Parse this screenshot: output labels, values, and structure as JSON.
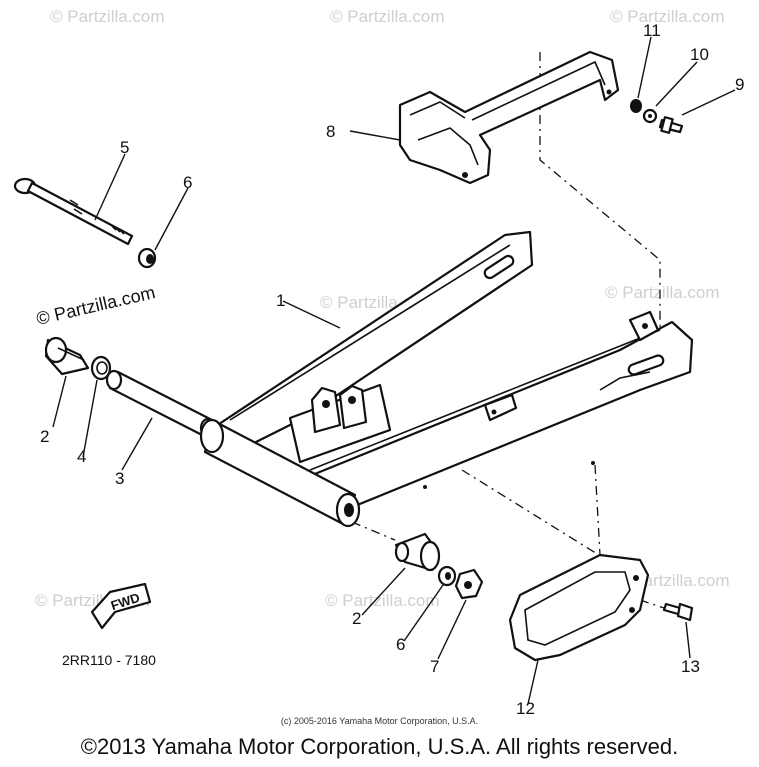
{
  "watermark": {
    "text": "© Partzilla.com",
    "color": "#cfcfcf"
  },
  "callouts": [
    {
      "id": "c1",
      "text": "1"
    },
    {
      "id": "c2a",
      "text": "2"
    },
    {
      "id": "c2b",
      "text": "2"
    },
    {
      "id": "c3",
      "text": "3"
    },
    {
      "id": "c4",
      "text": "4"
    },
    {
      "id": "c5",
      "text": "5"
    },
    {
      "id": "c6a",
      "text": "6"
    },
    {
      "id": "c6b",
      "text": "6"
    },
    {
      "id": "c7",
      "text": "7"
    },
    {
      "id": "c8",
      "text": "8"
    },
    {
      "id": "c9",
      "text": "9"
    },
    {
      "id": "c10",
      "text": "10"
    },
    {
      "id": "c11",
      "text": "11"
    },
    {
      "id": "c12",
      "text": "12"
    },
    {
      "id": "c13",
      "text": "13"
    }
  ],
  "direction_badge": "FWD",
  "diagram_code": "2RR110 - 7180",
  "footer": {
    "small_copyright": "(c) 2005-2016 Yamaha Motor Corporation, U.S.A.",
    "main_copyright": "©2013 Yamaha Motor Corporation, U.S.A. All rights reserved."
  }
}
